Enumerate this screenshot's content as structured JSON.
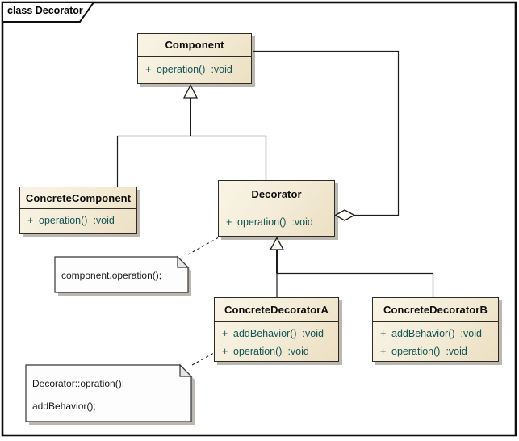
{
  "frame": {
    "label": "class Decorator"
  },
  "diagram_type": "uml-class-diagram",
  "classes": [
    {
      "name": "Component",
      "attributes": [
        {
          "visibility": "+",
          "signature": "operation()",
          "type": ":void"
        }
      ]
    },
    {
      "name": "ConcreteComponent",
      "attributes": [
        {
          "visibility": "+",
          "signature": "operation()",
          "type": ":void"
        }
      ]
    },
    {
      "name": "Decorator",
      "attributes": [
        {
          "visibility": "+",
          "signature": "operation()",
          "type": ":void"
        }
      ]
    },
    {
      "name": "ConcreteDecoratorA",
      "attributes": [
        {
          "visibility": "+",
          "signature": "addBehavior()",
          "type": ":void"
        },
        {
          "visibility": "+",
          "signature": "operation()",
          "type": ":void"
        }
      ]
    },
    {
      "name": "ConcreteDecoratorB",
      "attributes": [
        {
          "visibility": "+",
          "signature": "addBehavior()",
          "type": ":void"
        },
        {
          "visibility": "+",
          "signature": "operation()",
          "type": ":void"
        }
      ]
    }
  ],
  "notes": [
    {
      "lines": [
        "component.operation();"
      ]
    },
    {
      "lines": [
        "Decorator::opration();",
        "addBehavior();"
      ]
    }
  ],
  "relationships": [
    {
      "type": "generalization",
      "from": "ConcreteComponent",
      "to": "Component"
    },
    {
      "type": "generalization",
      "from": "Decorator",
      "to": "Component"
    },
    {
      "type": "generalization",
      "from": "ConcreteDecoratorA",
      "to": "Decorator"
    },
    {
      "type": "generalization",
      "from": "ConcreteDecoratorB",
      "to": "Decorator"
    },
    {
      "type": "aggregation",
      "from": "Decorator",
      "to": "Component"
    },
    {
      "type": "note-link",
      "from": "note-1",
      "to": "Decorator"
    },
    {
      "type": "note-link",
      "from": "note-2",
      "to": "ConcreteDecoratorA"
    }
  ],
  "colors": {
    "class_fill_light": "#f9f4e6",
    "class_fill_dark": "#ecdfc2",
    "class_border": "#2e2a24",
    "attribute_text": "#145454",
    "title_text": "#0d0d0d",
    "note_fill": "#fdfdfe",
    "note_fold": "#e6e5ea",
    "shadow": "#bcb8b1",
    "connector": "#1c1c1c",
    "frame_border": "#0f0f0f"
  }
}
